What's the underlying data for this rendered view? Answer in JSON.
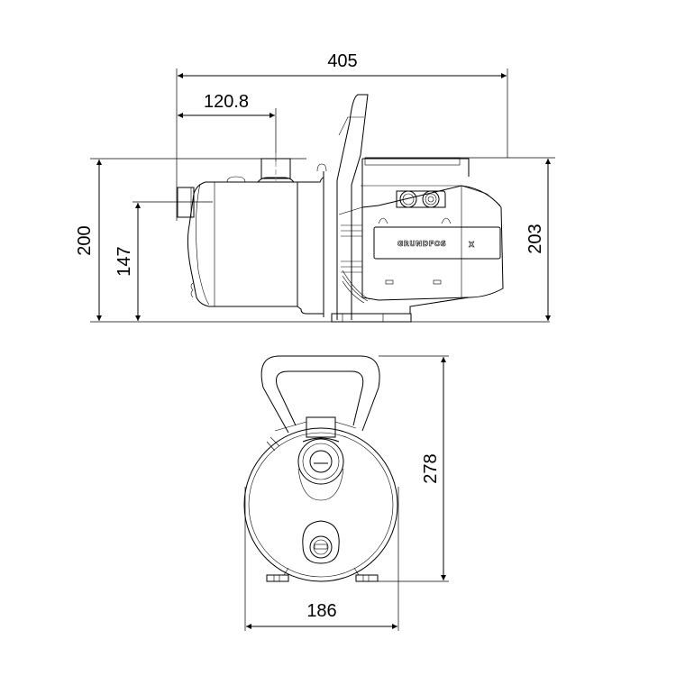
{
  "drawing": {
    "type": "technical-dimension-drawing",
    "subject": "pump",
    "brand_label": "GRUNDFOS",
    "brand_mark": "X",
    "units_implied": "mm"
  },
  "side_view": {
    "dimensions": {
      "overall_length": "405",
      "inlet_to_outlet": "120.8",
      "overall_height_inlet_side": "200",
      "inlet_center_height": "147",
      "overall_height_motor_side": "203"
    }
  },
  "front_view": {
    "dimensions": {
      "overall_height": "278",
      "overall_width": "186"
    }
  }
}
